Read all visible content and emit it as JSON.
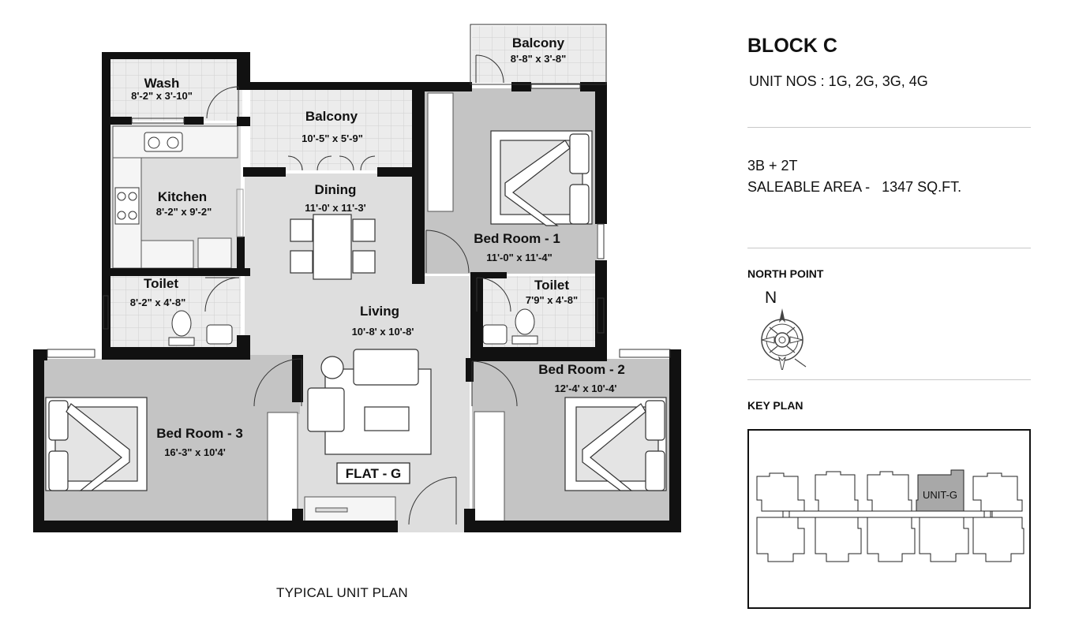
{
  "block_title": "BLOCK C",
  "unit_nos": "UNIT NOS : 1G, 2G, 3G, 4G",
  "configuration": "3B + 2T",
  "saleable_area_label": "SALEABLE AREA -",
  "saleable_area_value": "1347 SQ.FT.",
  "north_point_label": "NORTH POINT",
  "north_letter": "N",
  "key_plan_label": "KEY PLAN",
  "key_plan_unit": "UNIT-G",
  "plan_caption": "TYPICAL UNIT PLAN",
  "flat_label": "FLAT - G",
  "rooms": {
    "balcony_top": {
      "name": "Balcony",
      "dims": "8'-8\" x 3'-8\""
    },
    "wash": {
      "name": "Wash",
      "dims": "8'-2\" x 3'-10\""
    },
    "balcony_mid": {
      "name": "Balcony",
      "dims": "10'-5\" x 5'-9\""
    },
    "kitchen": {
      "name": "Kitchen",
      "dims": "8'-2\" x 9'-2\""
    },
    "dining": {
      "name": "Dining",
      "dims": "11'-0' x 11'-3'"
    },
    "bedroom1": {
      "name": "Bed Room - 1",
      "dims": "11'-0\" x 11'-4\""
    },
    "toilet_left": {
      "name": "Toilet",
      "dims": "8'-2\" x 4'-8\""
    },
    "toilet_right": {
      "name": "Toilet",
      "dims": "7'9\" x 4'-8\""
    },
    "living": {
      "name": "Living",
      "dims": "10'-8' x 10'-8'"
    },
    "bedroom2": {
      "name": "Bed Room - 2",
      "dims": "12'-4' x 10'-4'"
    },
    "bedroom3": {
      "name": "Bed Room - 3",
      "dims": "16'-3\" x 10'4'"
    }
  },
  "colors": {
    "wall": "#111111",
    "floor_gray": "#c4c4c4",
    "floor_light": "#dedede",
    "tile": "#ebebeb",
    "highlight_unit": "#a8a8a8"
  }
}
